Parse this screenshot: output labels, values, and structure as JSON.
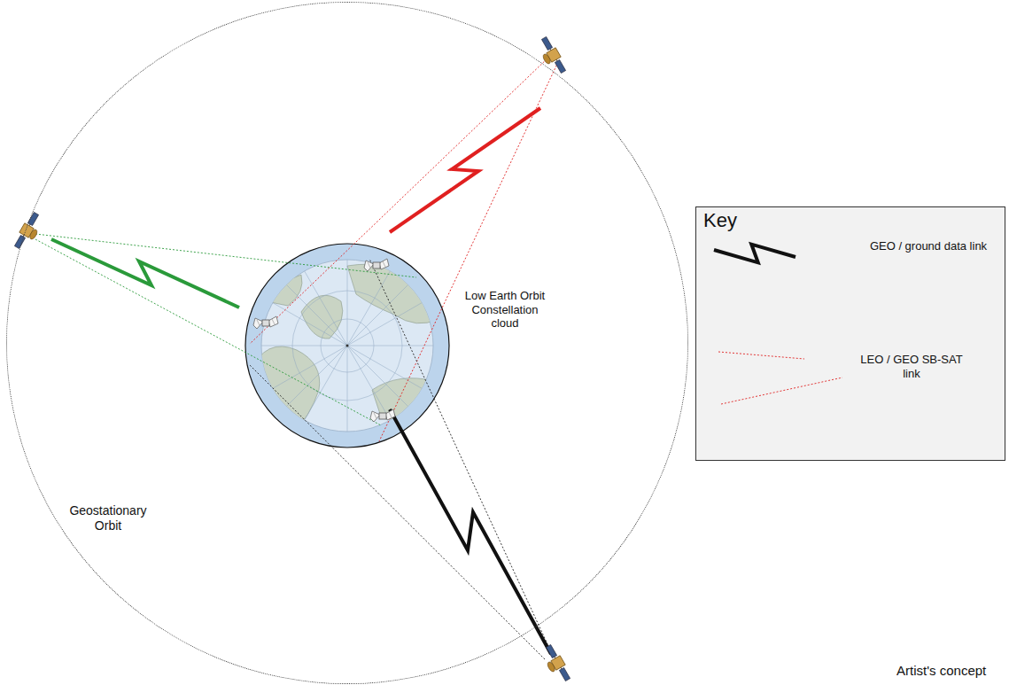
{
  "diagram": {
    "nodes": [
      {
        "text": [
          "Geostationary Orbit"
        ]
      },
      {
        "text": [
          "Key"
        ]
      }
    ],
    "labels": [
      "Low Earth Orbit Constellation cloud",
      "Artist's concept"
    ],
    "legend": [
      {
        "text": "GEO / ground data link"
      },
      {
        "text": "LEO / GEO SB-SAT link"
      }
    ]
  }
}
